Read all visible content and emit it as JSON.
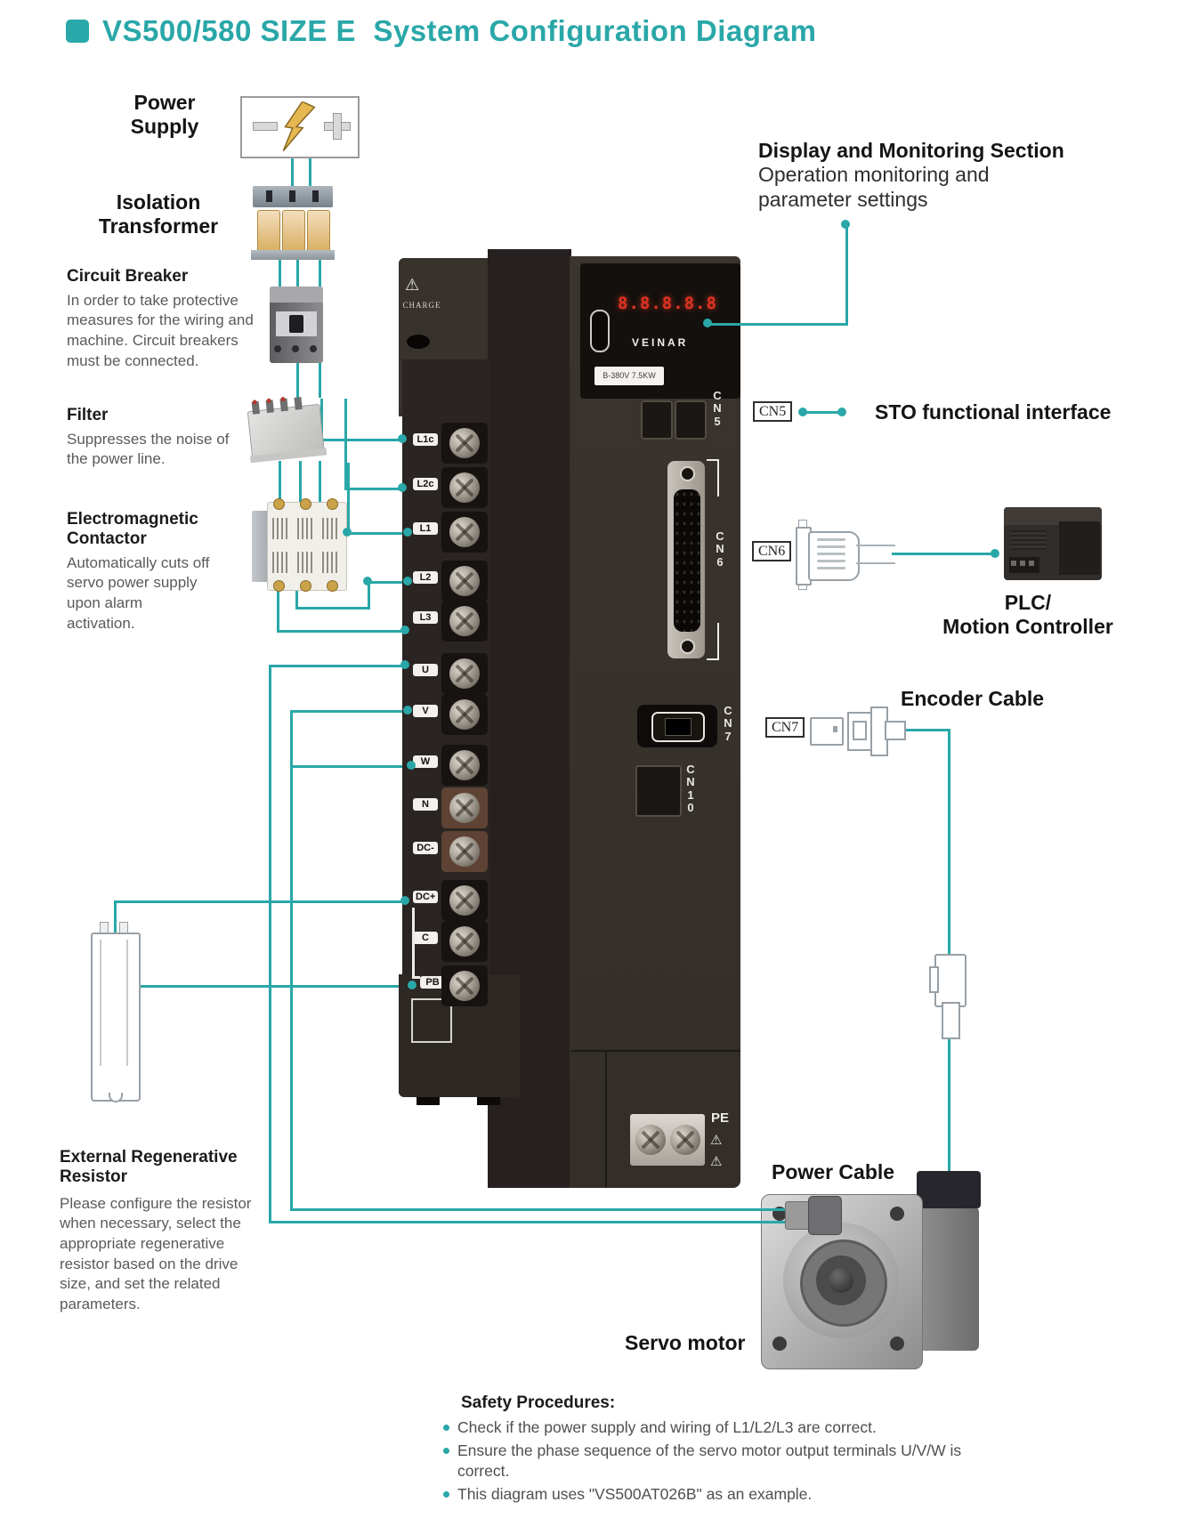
{
  "title": "VS500/580 SIZE E  System Configuration Diagram",
  "accent": "#2AA7A8",
  "left_column": {
    "power_supply": {
      "line1": "Power",
      "line2": "Supply"
    },
    "isolation_transformer": {
      "line1": "Isolation",
      "line2": "Transformer"
    },
    "circuit_breaker": {
      "heading": "Circuit Breaker",
      "body": "In order to take protective measures for the wiring and machine. Circuit breakers must be connected."
    },
    "filter": {
      "heading": "Filter",
      "body": "Suppresses the noise of the power line."
    },
    "contactor": {
      "heading": "Electromagnetic Contactor",
      "body": "Automatically cuts off servo power supply upon alarm activation."
    },
    "regen_resistor": {
      "heading": "External Regenerative Resistor",
      "body": "Please configure the resistor when necessary, select the appropriate regenerative resistor based on the drive size, and set the related parameters."
    }
  },
  "drive": {
    "brand": "VEINAR",
    "display_digits": "8.8.8.8.8",
    "charge_label": "CHARGE",
    "rating_label": "B-380V 7.5KW",
    "pe_label": "PE",
    "terminals": [
      "L1c",
      "L2c",
      "L1",
      "L2",
      "L3",
      "U",
      "V",
      "W",
      "N",
      "DC-",
      "DC+",
      "C",
      "PB"
    ],
    "ports": {
      "cn5": "CN5",
      "cn6": "CN6",
      "cn7": "CN7",
      "cn10": "CN10"
    }
  },
  "annotations": {
    "display_section": {
      "heading": "Display and Monitoring Section",
      "body1": "Operation monitoring and",
      "body2": "parameter settings"
    },
    "cn5_tag": "CN5",
    "sto_label": "STO functional interface",
    "cn6_tag": "CN6",
    "plc_line1": "PLC/",
    "plc_line2": "Motion Controller",
    "encoder_cable": "Encoder Cable",
    "cn7_tag": "CN7",
    "power_cable": "Power Cable",
    "servo_motor": "Servo motor"
  },
  "safety": {
    "heading": "Safety Procedures:",
    "items": [
      "Check if the power supply and wiring of L1/L2/L3 are correct.",
      "Ensure the phase sequence of the servo motor output terminals U/V/W is correct.",
      "This diagram uses \"VS500AT026B\" as an example."
    ]
  }
}
